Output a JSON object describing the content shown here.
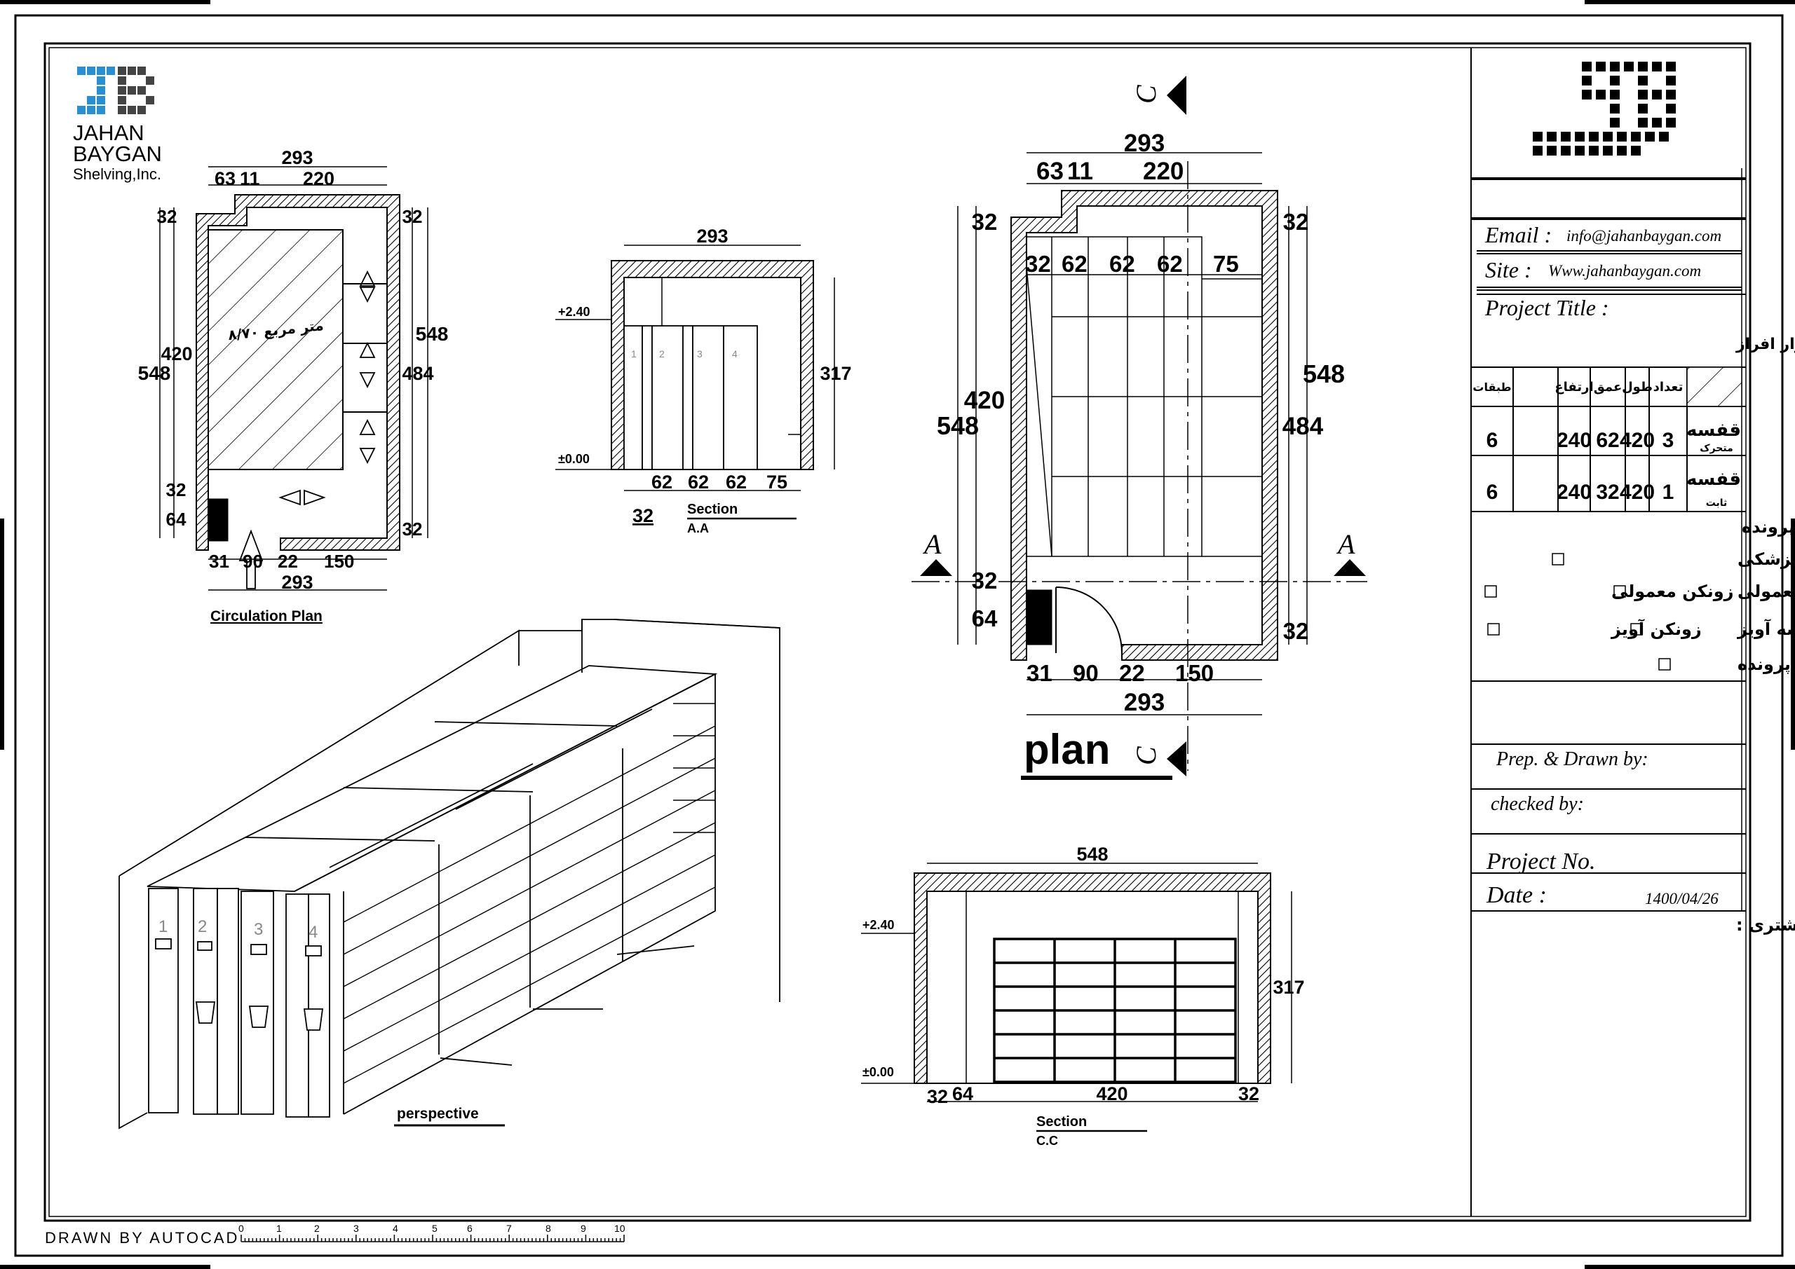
{
  "logo": {
    "line1": "JAHAN",
    "line2": "BAYGAN",
    "line3": "Shelving,Inc."
  },
  "circulation_plan": {
    "title": "Circulation Plan",
    "area_label": "۸/۷۰ متر مربع",
    "dims": {
      "top_total": "293",
      "top_a": "63",
      "top_b": "11",
      "top_c": "220",
      "left_total": "548",
      "left_top": "32",
      "left_mid": "420",
      "left_b1": "32",
      "left_b2": "64",
      "right_total": "548",
      "right_mid": "484",
      "right_top": "32",
      "right_bot": "32",
      "bot_a": "31",
      "bot_b": "90",
      "bot_c": "22",
      "bot_d": "150",
      "bot_total": "293"
    }
  },
  "section_aa": {
    "title": "Section",
    "sub": "A.A",
    "level_top": "+2.40",
    "level_base": "±0.00",
    "dims": {
      "top": "293",
      "right": "317",
      "b1": "62",
      "b2": "62",
      "b3": "62",
      "b4": "75",
      "b0": "32"
    },
    "unit_numbers": [
      "1",
      "2",
      "3",
      "4"
    ]
  },
  "plan": {
    "title": "plan",
    "marker_a": "A",
    "marker_c": "C",
    "dims": {
      "top_total": "293",
      "top_a": "63",
      "top_b": "11",
      "top_c": "220",
      "row_a": "32",
      "row_b": "62",
      "row_c": "62",
      "row_d": "62",
      "row_e": "75",
      "left_total": "548",
      "left_top": "32",
      "left_mid": "420",
      "left_b1": "32",
      "left_b2": "64",
      "right_total": "548",
      "right_mid": "484",
      "right_top": "32",
      "right_bot": "32",
      "bot_a": "31",
      "bot_b": "90",
      "bot_c": "22",
      "bot_d": "150",
      "bot_total": "293"
    }
  },
  "perspective": {
    "title": "perspective",
    "unit_numbers": [
      "1",
      "2",
      "3",
      "4"
    ]
  },
  "section_cc": {
    "title": "Section",
    "sub": "C.C",
    "level_top": "+2.40",
    "level_base": "±0.00",
    "dims": {
      "top": "548",
      "right": "317",
      "b1": "32",
      "b2": "64",
      "b3": "420",
      "b4": "32"
    }
  },
  "title_block": {
    "email_label": "Email :",
    "email": "info@jahanbaygan.com",
    "site_label": "Site :",
    "site": "Www.jahanbaygan.com",
    "project_title_label": "Project Title :",
    "project_title": "شرکت گاز های صنعتی دلوار افراز",
    "table": {
      "headers": [
        "تعداد",
        "طول",
        "عمق",
        "ارتفاع",
        "طبقات"
      ],
      "rows": [
        {
          "name": "قفسه",
          "sub": "متحرک",
          "count": "3",
          "length": "420",
          "depth": "62",
          "height": "240",
          "shelves": "6"
        },
        {
          "name": "قفسه",
          "sub": "ثابت",
          "count": "1",
          "length": "420",
          "depth": "32",
          "height": "240",
          "shelves": "6"
        }
      ]
    },
    "file_type_label": "نوع پرونده",
    "options": [
      "پوشه مدارک پزشکی",
      "پوشه معمولی",
      "زونکن معمولی",
      "پوشه آویز",
      "زونکن آویز",
      "پرونده"
    ],
    "prep_label": "Prep. & Drawn by:",
    "checked_label": "checked by:",
    "project_no_label": "Project No.",
    "date_label": "Date :",
    "date": "1400/04/26",
    "client_sign_label": "مهر و امضا مشتری :"
  },
  "footer": {
    "drawn_by": "DRAWN BY AUTOCAD",
    "scale_ticks": [
      "0",
      "1",
      "2",
      "3",
      "4",
      "5",
      "6",
      "7",
      "8",
      "9",
      "10"
    ]
  }
}
